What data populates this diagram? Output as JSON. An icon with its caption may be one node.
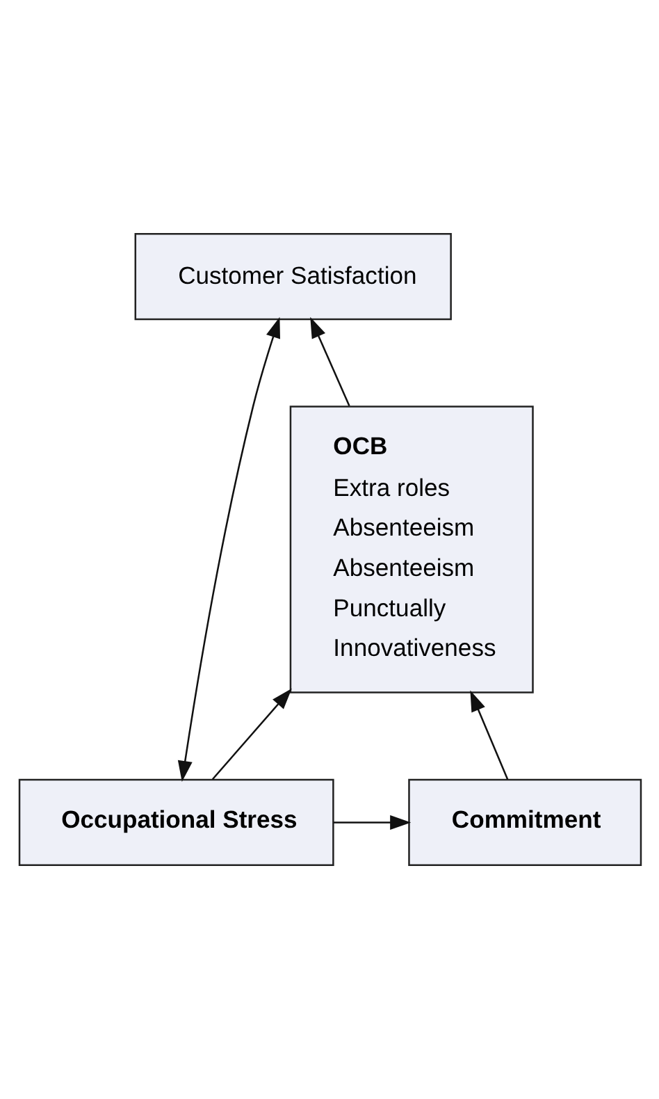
{
  "diagram": {
    "nodes": [
      {
        "text": [
          "Occupational Stress"
        ]
      },
      {
        "text": [
          "Commitment"
        ]
      },
      {
        "text": [
          "OCB",
          "Extra roles",
          "Absenteeism",
          "Absenteeism",
          "Punctually",
          "Innovativeness"
        ]
      },
      {
        "text": [
          "Customer Satisfaction"
        ]
      }
    ],
    "edges": [
      {
        "from": 0,
        "to": 2,
        "arrow": "to"
      },
      {
        "from": 0,
        "to": 1,
        "arrow": "to"
      },
      {
        "from": 1,
        "to": 2,
        "arrow": "to"
      },
      {
        "from": 2,
        "to": 3,
        "arrow": "to"
      },
      {
        "from": 0,
        "to": 3,
        "arrow": "both"
      }
    ]
  }
}
